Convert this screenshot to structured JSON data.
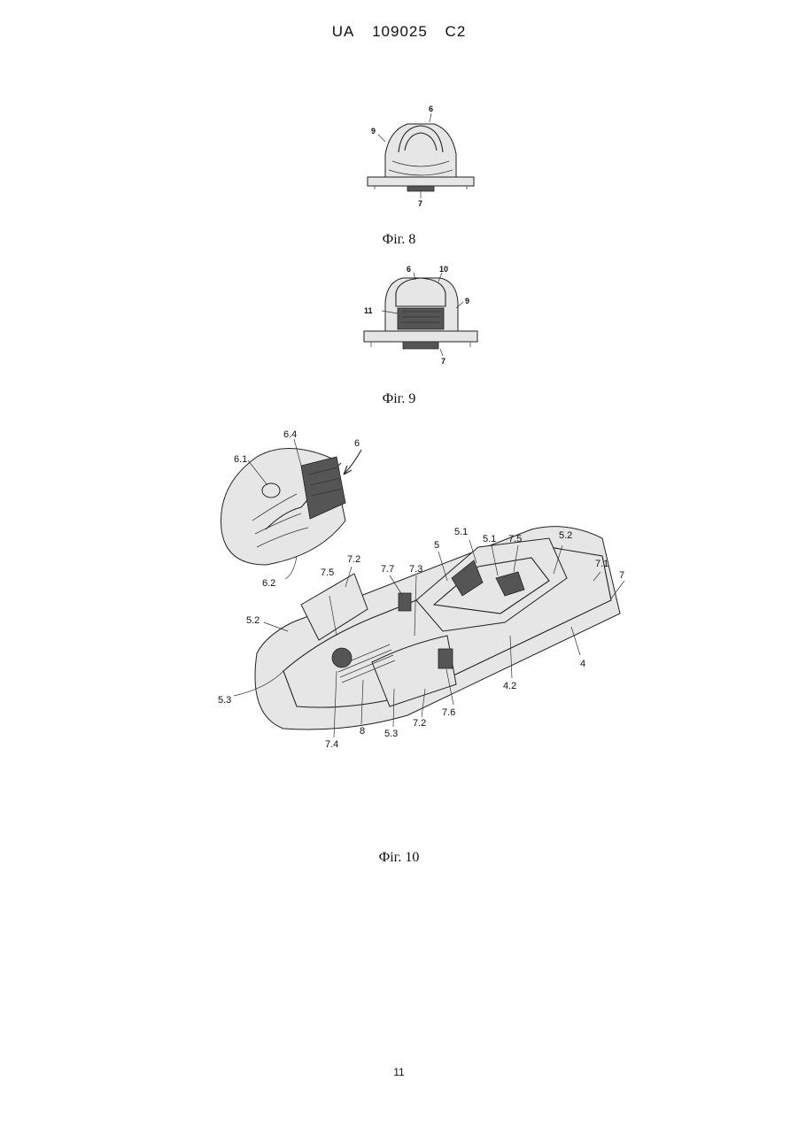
{
  "header": {
    "country": "UA",
    "number": "109025",
    "kind": "C2"
  },
  "figures": [
    {
      "caption": "Фіг. 8",
      "labels": [
        "6",
        "9",
        "7"
      ]
    },
    {
      "caption": "Фіг. 9",
      "labels": [
        "6",
        "10",
        "11",
        "9",
        "7"
      ]
    },
    {
      "caption": "Фіг. 10",
      "labels": [
        "6.4",
        "6",
        "6.1",
        "6.2",
        "7.2",
        "7.7",
        "7.3",
        "5",
        "5.1",
        "5.1",
        "7.5",
        "5.2",
        "7.1",
        "7",
        "7.5",
        "5.2",
        "4",
        "5.3",
        "7.4",
        "8",
        "5.3",
        "7.2",
        "7.6",
        "4.2"
      ]
    }
  ],
  "page_number": "11"
}
